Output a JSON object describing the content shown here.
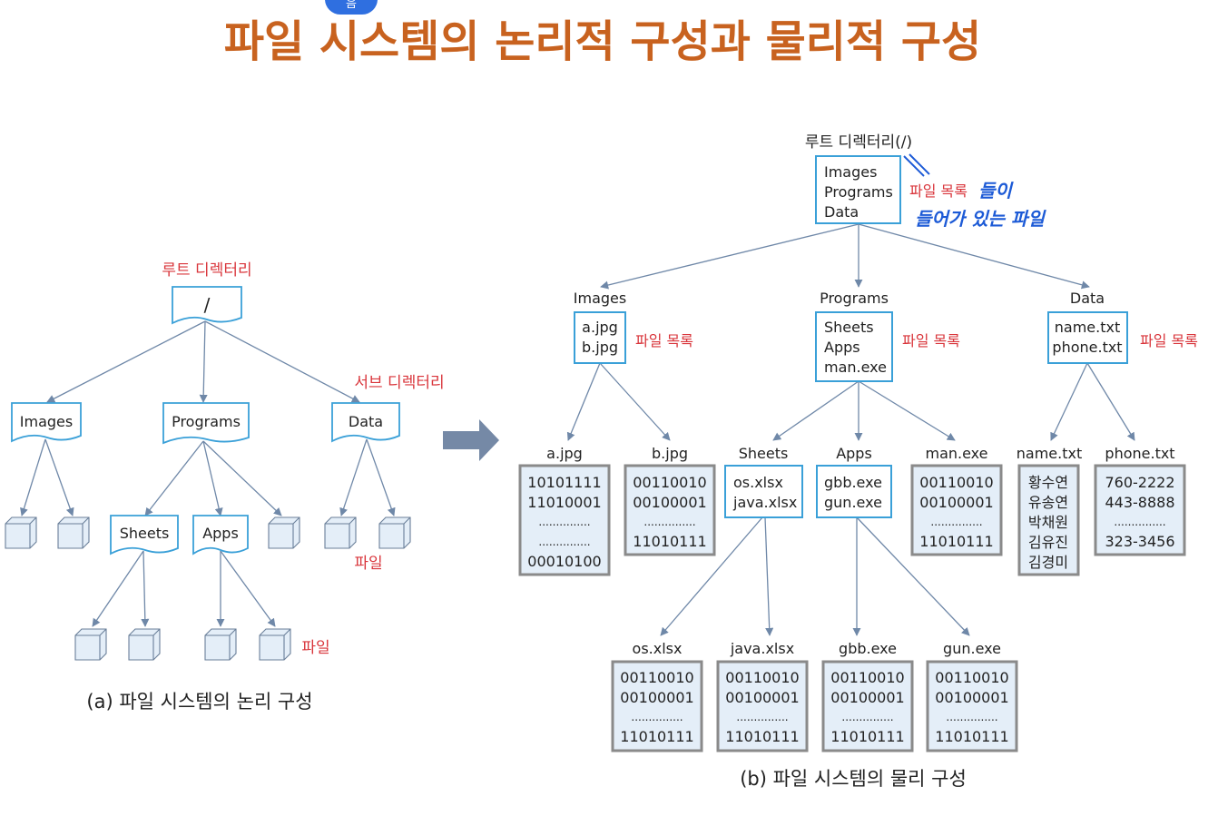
{
  "title": "파일 시스템의 논리적 구성과 물리적 구성",
  "top_badge": "음",
  "logical": {
    "caption": "(a) 파일 시스템의 논리 구성",
    "root_label": "루트 디렉터리",
    "root_name": "/",
    "sub_dir_label": "서브 디렉터리",
    "file_labels": [
      "파일",
      "파일"
    ],
    "dirs": [
      "Images",
      "Programs",
      "Data"
    ],
    "program_dirs": [
      "Sheets",
      "Apps"
    ]
  },
  "physical": {
    "caption": "(b) 파일 시스템의 물리 구성",
    "root_label": "루트 디렉터리(/)",
    "file_list_label": "파일 목록",
    "handwritten_notes": [
      "들이",
      "들어가 있는 파일"
    ],
    "root_entries": [
      "Images",
      "Programs",
      "Data"
    ],
    "dirs": [
      {
        "name": "Images",
        "entries": [
          "a.jpg",
          "b.jpg"
        ]
      },
      {
        "name": "Programs",
        "entries": [
          "Sheets",
          "Apps",
          "man.exe"
        ]
      },
      {
        "name": "Data",
        "entries": [
          "name.txt",
          "phone.txt"
        ]
      }
    ],
    "subdirs": [
      {
        "name": "Sheets",
        "entries": [
          "os.xlsx",
          "java.xlsx"
        ]
      },
      {
        "name": "Apps",
        "entries": [
          "gbb.exe",
          "gun.exe"
        ]
      }
    ],
    "files_level1": [
      {
        "name": "a.jpg",
        "lines": [
          "10101111",
          "11010001",
          "...............",
          "...............",
          "00010100"
        ]
      },
      {
        "name": "b.jpg",
        "lines": [
          "00110010",
          "00100001",
          "...............",
          "11010111"
        ]
      },
      {
        "name": "man.exe",
        "lines": [
          "00110010",
          "00100001",
          "...............",
          "11010111"
        ]
      },
      {
        "name": "name.txt",
        "lines": [
          "황수연",
          "유송연",
          "박채원",
          "김유진",
          "김경미"
        ]
      },
      {
        "name": "phone.txt",
        "lines": [
          "760-2222",
          "443-8888",
          "...............",
          "323-3456"
        ]
      }
    ],
    "files_level2": [
      {
        "name": "os.xlsx",
        "lines": [
          "00110010",
          "00100001",
          "...............",
          "11010111"
        ]
      },
      {
        "name": "java.xlsx",
        "lines": [
          "00110010",
          "00100001",
          "...............",
          "11010111"
        ]
      },
      {
        "name": "gbb.exe",
        "lines": [
          "00110010",
          "00100001",
          "...............",
          "11010111"
        ]
      },
      {
        "name": "gun.exe",
        "lines": [
          "00110010",
          "00100001",
          "...............",
          "11010111"
        ]
      }
    ]
  },
  "colors": {
    "title": "#c8621f",
    "red_label": "#d9353b",
    "box_border": "#3aa0d8",
    "line": "#6f88a8",
    "file_fill": "#e4eef8",
    "file_border": "#8a8a8a",
    "handwriting": "#1c5ad6",
    "big_arrow": "#7589a6"
  }
}
